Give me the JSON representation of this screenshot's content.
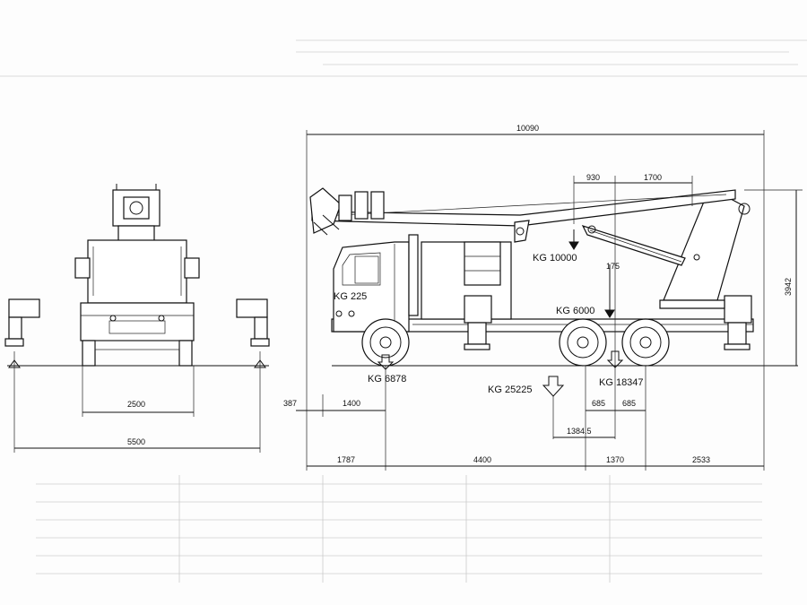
{
  "dimensions": {
    "overall_length": "10090",
    "boom_offset_a": "930",
    "boom_offset_b": "1700",
    "height": "3942",
    "small_vertical": "175",
    "width_track": "2500",
    "width_outriggers": "5500",
    "front_overhang_small": "387",
    "front_to_axle": "1400",
    "rear_offset_a": "685",
    "rear_offset_b": "685",
    "cg_offset": "1384.5",
    "bottom_1": "1787",
    "bottom_2": "4400",
    "bottom_3": "1370",
    "bottom_4": "2533"
  },
  "loads": {
    "boom": "KG 10000",
    "cab": "KG 225",
    "outrigger": "KG 6000",
    "front_axle": "KG 6878",
    "total": "KG 25225",
    "rear_axle": "KG 18347"
  }
}
